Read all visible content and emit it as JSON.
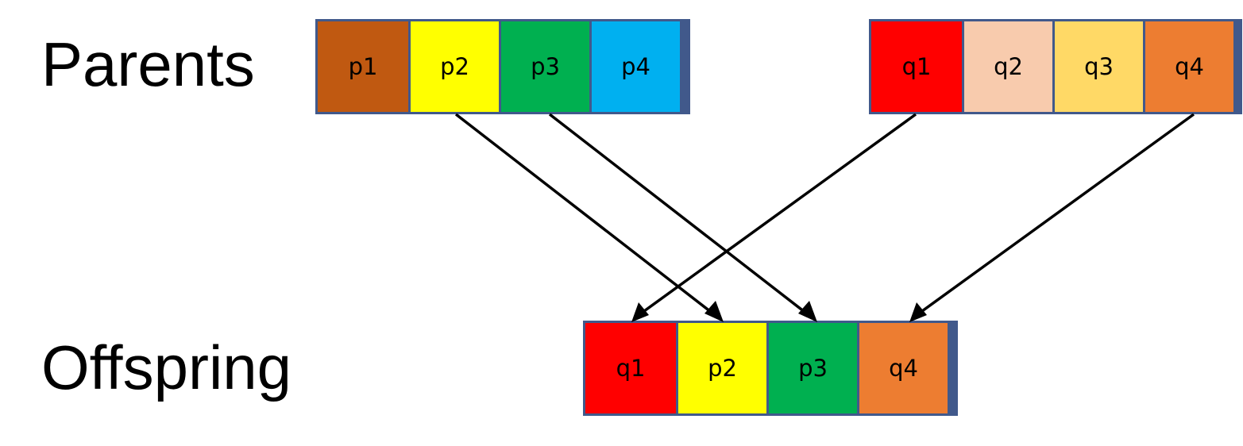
{
  "labels": {
    "parents": "Parents",
    "offspring": "Offspring"
  },
  "parent_p": [
    {
      "label": "p1",
      "color": "#c05911"
    },
    {
      "label": "p2",
      "color": "#ffff00"
    },
    {
      "label": "p3",
      "color": "#00b050"
    },
    {
      "label": "p4",
      "color": "#00b0f0"
    }
  ],
  "parent_q": [
    {
      "label": "q1",
      "color": "#ff0000"
    },
    {
      "label": "q2",
      "color": "#f8cbad"
    },
    {
      "label": "q3",
      "color": "#ffd966"
    },
    {
      "label": "q4",
      "color": "#ed7d31"
    }
  ],
  "offspring": [
    {
      "label": "q1",
      "color": "#ff0000"
    },
    {
      "label": "p2",
      "color": "#ffff00"
    },
    {
      "label": "p3",
      "color": "#00b050"
    },
    {
      "label": "q4",
      "color": "#ed7d31"
    }
  ],
  "inheritance": [
    {
      "from": "parent_p.1",
      "to": "offspring.1"
    },
    {
      "from": "parent_p.2",
      "to": "offspring.2"
    },
    {
      "from": "parent_q.0",
      "to": "offspring.0"
    },
    {
      "from": "parent_q.3",
      "to": "offspring.3"
    }
  ],
  "colors": {
    "border": "#41598b",
    "arrow": "#000000"
  }
}
